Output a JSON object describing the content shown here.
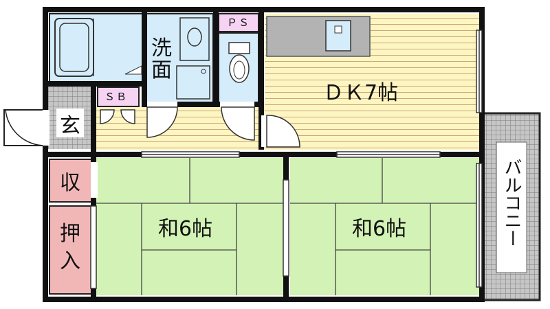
{
  "rooms": {
    "dk": {
      "label": "ＤＫ7帖"
    },
    "washitsu_left": {
      "label": "和6帖"
    },
    "washitsu_right": {
      "label": "和6帖"
    },
    "senmen": {
      "label": "洗面"
    },
    "genkan": {
      "label": "玄"
    },
    "shuno": {
      "label": "収"
    },
    "oshiire": {
      "label": "押入"
    },
    "ps": {
      "label": "ＰＳ"
    },
    "sb": {
      "label": "ＳＢ"
    },
    "balcony": {
      "label": "バルコニー"
    }
  },
  "colors": {
    "wall": "#111111",
    "dk_floor": "#fdf5c2",
    "dk_lines": "#c9a977",
    "tatami": "#d3f2b5",
    "wet_area": "#d5ecfa",
    "storage": "#f1b7b7",
    "tile": "#bdbdbd",
    "ps_fill": "#f6d3f3",
    "counter": "#b3b3b3"
  },
  "icons": [
    "bathtub-icon",
    "washbasin-icon",
    "toilet-icon",
    "kitchen-sink-icon",
    "door-swing-icon",
    "sliding-window-icon"
  ]
}
